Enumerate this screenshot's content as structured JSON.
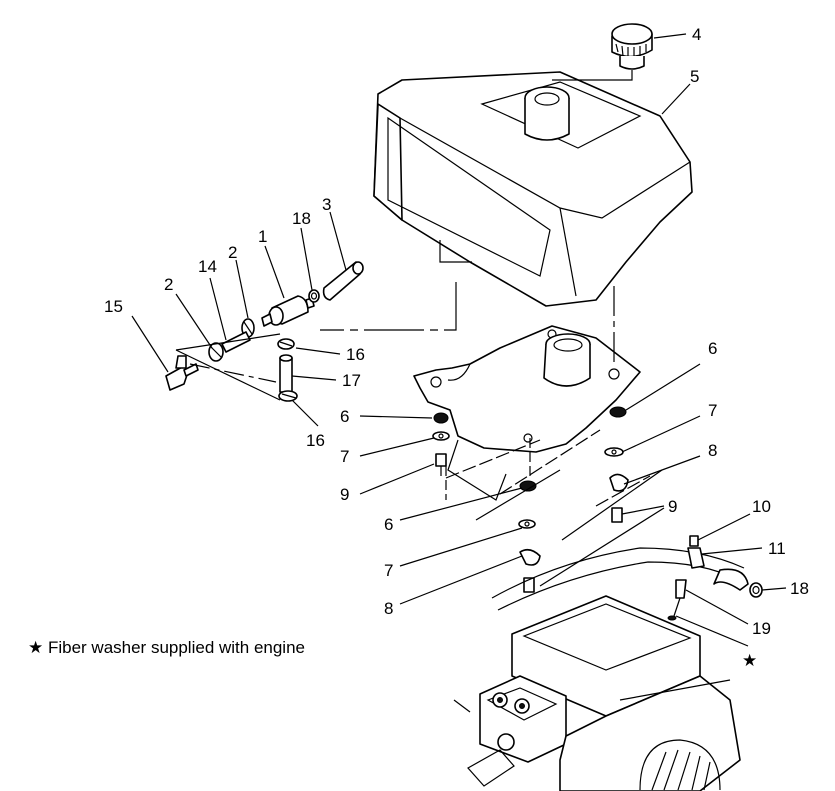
{
  "callouts": [
    {
      "id": "c4",
      "text": "4"
    },
    {
      "id": "c5",
      "text": "5"
    },
    {
      "id": "c3",
      "text": "3"
    },
    {
      "id": "c18a",
      "text": "18"
    },
    {
      "id": "c1",
      "text": "1"
    },
    {
      "id": "c2a",
      "text": "2"
    },
    {
      "id": "c14",
      "text": "14"
    },
    {
      "id": "c2b",
      "text": "2"
    },
    {
      "id": "c15",
      "text": "15"
    },
    {
      "id": "c16a",
      "text": "16"
    },
    {
      "id": "c17",
      "text": "17"
    },
    {
      "id": "c16b",
      "text": "16"
    },
    {
      "id": "c6a",
      "text": "6"
    },
    {
      "id": "c7a",
      "text": "7"
    },
    {
      "id": "c9a",
      "text": "9"
    },
    {
      "id": "c6b",
      "text": "6"
    },
    {
      "id": "c7b",
      "text": "7"
    },
    {
      "id": "c8a",
      "text": "8"
    },
    {
      "id": "c6c",
      "text": "6"
    },
    {
      "id": "c9b",
      "text": "9"
    },
    {
      "id": "c7c",
      "text": "7"
    },
    {
      "id": "c8b",
      "text": "8"
    },
    {
      "id": "c10",
      "text": "10"
    },
    {
      "id": "c11",
      "text": "11"
    },
    {
      "id": "c18b",
      "text": "18"
    },
    {
      "id": "c19",
      "text": "19"
    },
    {
      "id": "cstar",
      "text": "★"
    }
  ],
  "footnote": "★ Fiber washer supplied with engine"
}
